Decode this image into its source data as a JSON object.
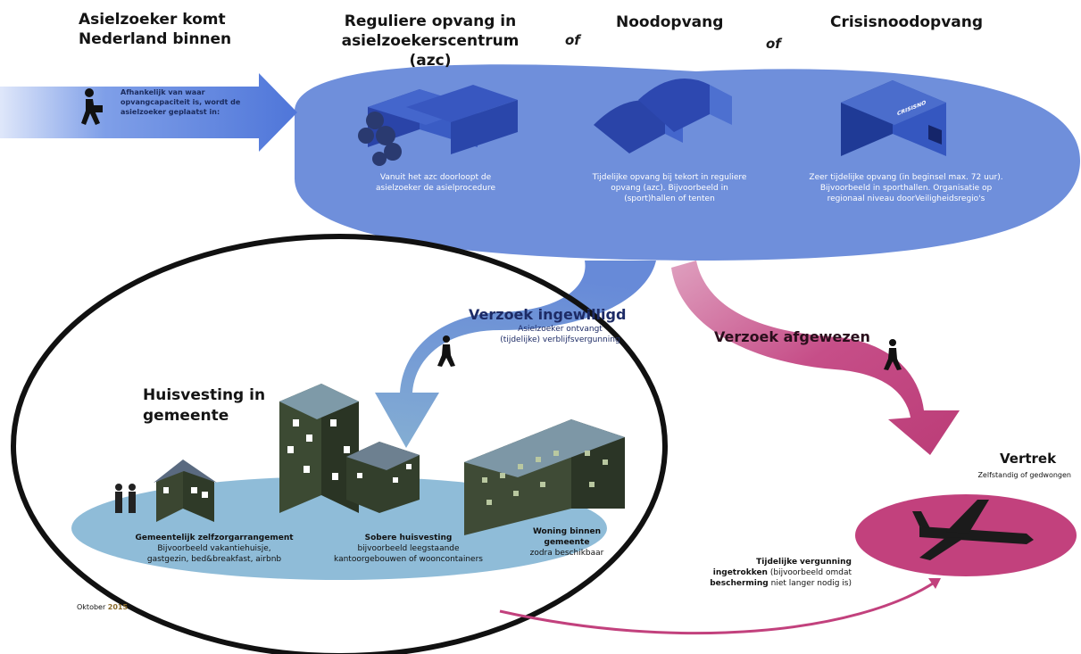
{
  "steps": {
    "arrive": {
      "title_line1": "Asielzoeker komt",
      "title_line2": "Nederland binnen",
      "text": "Afhankelijk van waar opvangcapaciteit is, wordt de asielzoeker geplaatst in:"
    },
    "azc": {
      "title_line1": "Reguliere opvang in",
      "title_line2": "asielzoekerscentrum",
      "title_line3": "(azc)",
      "desc_line1": "Vanuit het azc doorloopt de",
      "desc_line2": "asielzoeker de asielprocedure"
    },
    "or1": "of",
    "noodopvang": {
      "title": "Noodopvang",
      "desc_line1": "Tijdelijke opvang bij tekort in reguliere",
      "desc_line2": "opvang (azc). Bijvoorbeeld in",
      "desc_line3": "(sport)hallen of tenten"
    },
    "or2": "of",
    "crisis": {
      "title": "Crisisnoodopvang",
      "desc_line1": "Zeer tijdelijke opvang (in beginsel max. 72 uur).",
      "desc_line2": "Bijvoorbeeld in sporthallen. Organisatie op",
      "desc_line3": "regionaal niveau doorVeiligheidsregio's",
      "building_sign": "CRISISNO"
    }
  },
  "granted": {
    "title": "Verzoek ingewilligd",
    "sub_line1": "Asielzoeker ontvangt",
    "sub_line2": "(tijdelijke) verblijfsvergunning"
  },
  "rejected": {
    "title": "Verzoek afgewezen"
  },
  "housing": {
    "title_line1": "Huisvesting in",
    "title_line2": "gemeente",
    "self": {
      "title": "Gemeentelijk zelfzorgarrangement",
      "line1": "Bijvoorbeeld vakantiehuisje,",
      "line2": "gastgezin, bed&breakfast, airbnb"
    },
    "sober": {
      "title": "Sobere huisvesting",
      "line1": "bijvoorbeeld leegstaande",
      "line2": "kantoorgebouwen of wooncontainers"
    },
    "woning": {
      "title_line1": "Woning binnen",
      "title_line2": "gemeente",
      "line1": "zodra beschikbaar"
    }
  },
  "departure": {
    "title": "Vertrek",
    "sub": "Zelfstandig of gedwongen"
  },
  "revoked": {
    "line1_a": "Tijdelijke",
    "line1_b": "vergunning",
    "line2_a": "ingetrokken",
    "line2_b": "(bijvoorbeeld omdat",
    "line3_a": "bescherming",
    "line3_b": "niet langer nodig is)"
  },
  "footer": {
    "date_word": "Oktober",
    "date_year": "2015"
  },
  "colors": {
    "blue_ellipse": "#6f8fdb",
    "light_blue_ellipse": "#8fbcd8",
    "pink": "#c2417d",
    "navy": "#2b4cae",
    "dark_green": "#394532"
  }
}
